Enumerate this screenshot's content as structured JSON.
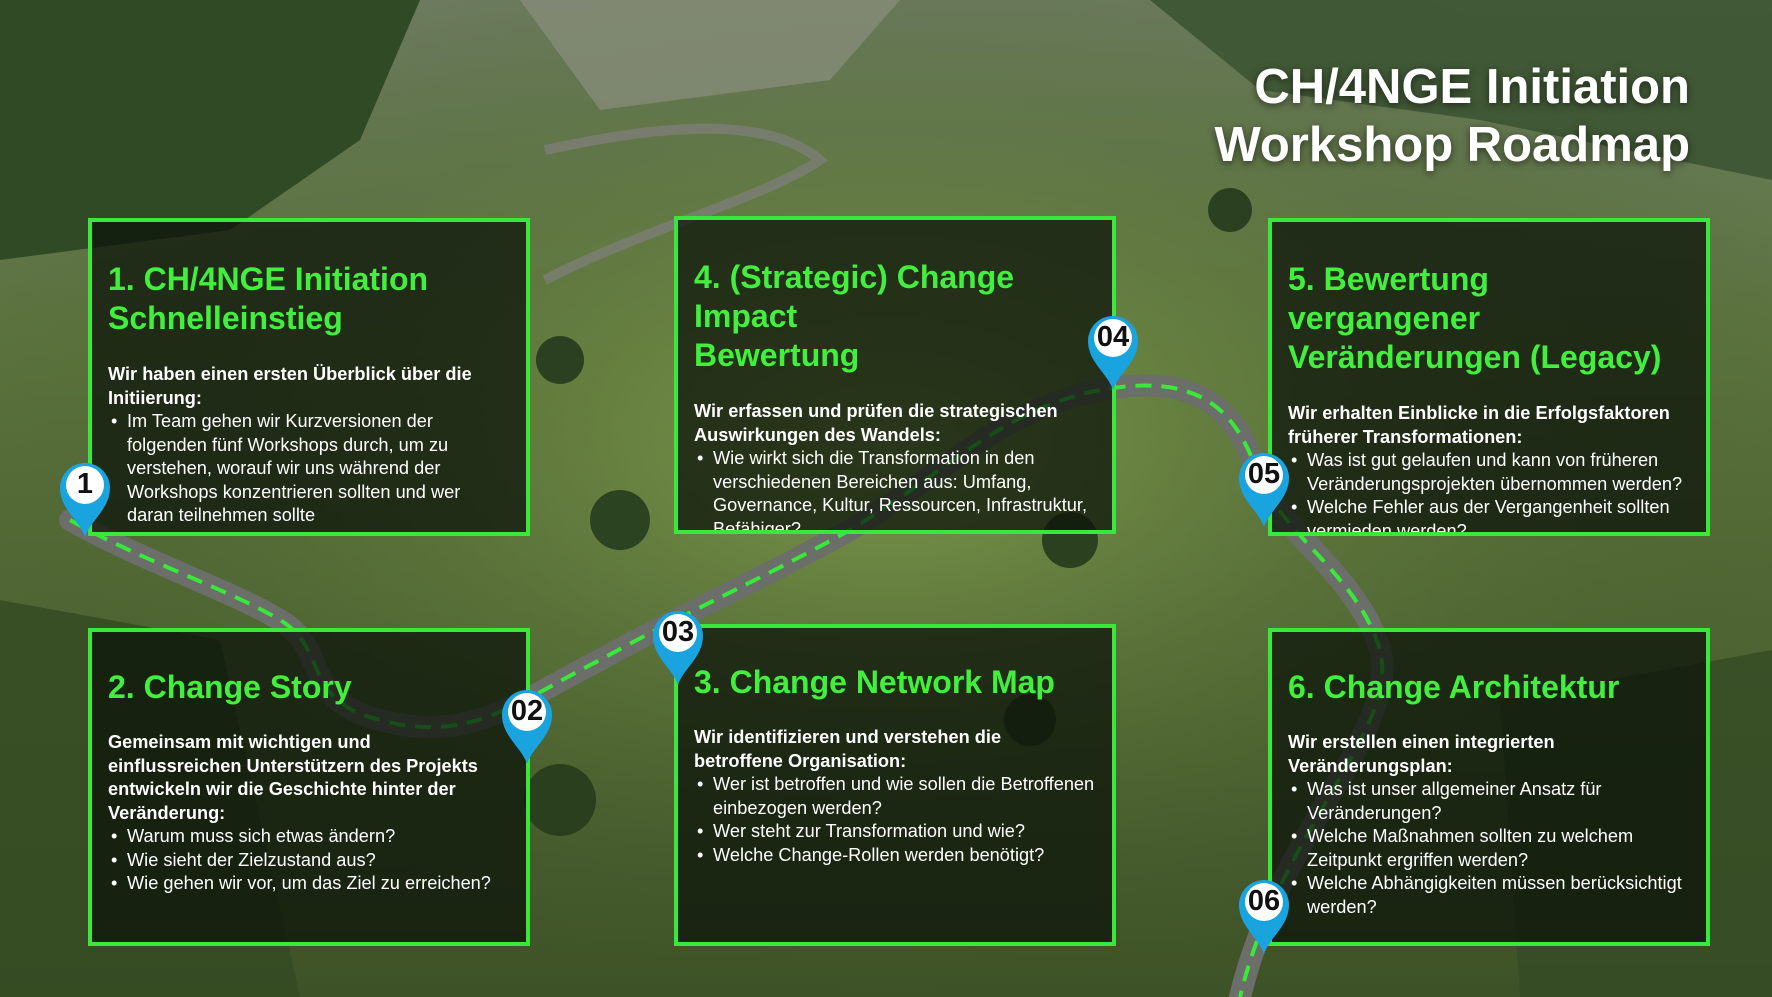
{
  "title": {
    "line1": "CH/4NGE Initiation",
    "line2": "Workshop Roadmap"
  },
  "colors": {
    "accent_green": "#39e83a",
    "heading_green": "#43ef3d",
    "pin_blue": "#19a4df",
    "road_dash": "#39e83a"
  },
  "cards": [
    {
      "heading_line1": "1. CH/4NGE Initiation",
      "heading_line2": "Schnelleinstieg",
      "intro": "Wir haben einen ersten Überblick über die Initiierung:",
      "bullets": [
        "Im Team gehen wir Kurzversionen der folgenden fünf Workshops durch, um zu verstehen, worauf wir uns während der Workshops konzentrieren sollten und wer daran teilnehmen sollte"
      ]
    },
    {
      "heading_line1": "2. Change Story",
      "intro": "Gemeinsam mit wichtigen und einflussreichen Unterstützern des Projekts entwickeln wir die Geschichte hinter der Veränderung:",
      "bullets": [
        "Warum muss sich etwas ändern?",
        "Wie sieht der Zielzustand aus?",
        "Wie gehen wir vor, um das Ziel zu erreichen?"
      ]
    },
    {
      "heading_line1": "3. Change Network Map",
      "intro": "Wir identifizieren und verstehen die betroffene Organisation:",
      "bullets": [
        "Wer ist betroffen und wie sollen die Betroffenen einbezogen werden?",
        "Wer steht zur Transformation und wie?",
        "Welche Change-Rollen werden benötigt?"
      ]
    },
    {
      "heading_line1": "4. (Strategic) Change Impact",
      "heading_line2": "Bewertung",
      "intro": "Wir erfassen und prüfen die strategischen Auswirkungen des Wandels:",
      "bullets": [
        "Wie wirkt sich die Transformation in den verschiedenen Bereichen aus: Umfang, Governance, Kultur, Ressourcen, Infrastruktur, Befähiger?"
      ]
    },
    {
      "heading_line1": "5. Bewertung vergangener",
      "heading_line2": "Veränderungen (Legacy)",
      "intro": "Wir erhalten Einblicke in die Erfolgsfaktoren früherer Transformationen:",
      "bullets": [
        "Was ist gut gelaufen und kann von früheren Veränderungsprojekten übernommen werden?",
        "Welche Fehler aus der Vergangenheit sollten vermieden werden?"
      ]
    },
    {
      "heading_line1": "6. Change Architektur",
      "intro": "Wir erstellen einen integrierten Veränderungsplan:",
      "bullets": [
        "Was ist unser allgemeiner Ansatz für Veränderungen?",
        "Welche Maßnahmen sollten zu welchem Zeitpunkt ergriffen werden?",
        "Welche Abhängigkeiten müssen berücksichtigt werden?"
      ]
    }
  ],
  "pins": {
    "p1": "1",
    "p2": "02",
    "p3": "03",
    "p4": "04",
    "p5": "05",
    "p6": "06"
  }
}
